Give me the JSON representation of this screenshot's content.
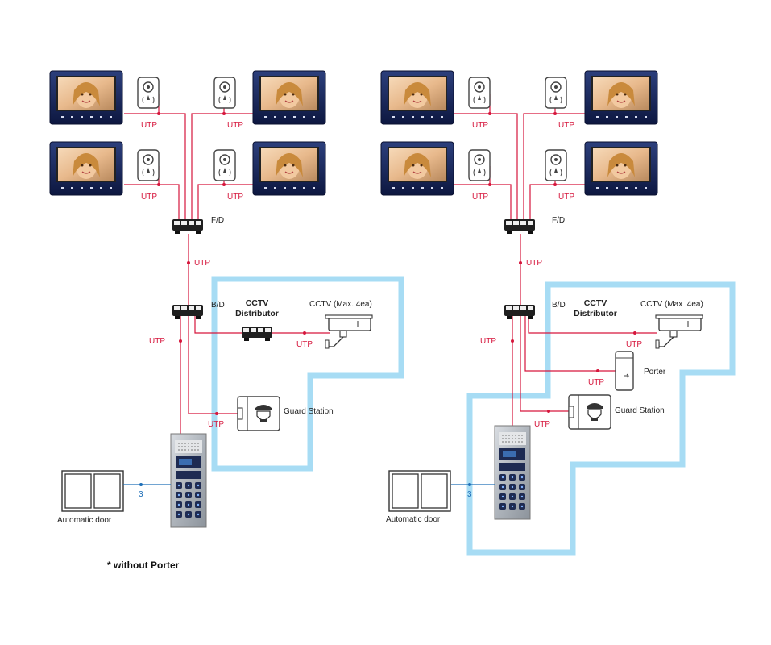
{
  "colors": {
    "wire": "#d6163c",
    "door_wire": "#1e6fb8",
    "zone": "#a7dcf4"
  },
  "labels": {
    "utp": "UTP",
    "fd": "F/D",
    "bd": "B/D",
    "cctv_distributor_line1": "CCTV",
    "cctv_distributor_line2": "Distributor",
    "cctv_left": "CCTV (Max. 4ea)",
    "cctv_right": "CCTV (Max .4ea)",
    "guard_station": "Guard Station",
    "porter": "Porter",
    "automatic_door": "Automatic door",
    "door_wire_count": "3",
    "footnote": "* without Porter"
  },
  "icons": [
    "video-monitor-icon",
    "handset-icon",
    "distributor-icon",
    "cctv-camera-icon",
    "guard-station-icon",
    "porter-station-icon",
    "door-panel-icon",
    "automatic-door-icon"
  ]
}
